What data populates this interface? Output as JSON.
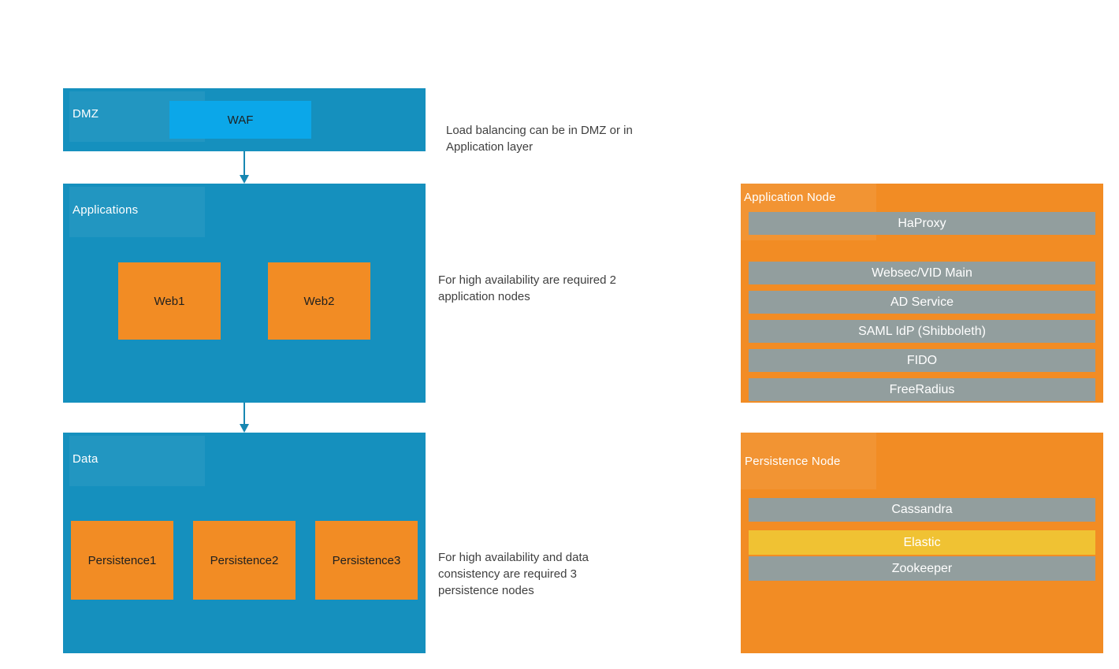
{
  "colors": {
    "layer_blue": "#1590BE",
    "waf_blue": "#0BA7E9",
    "orange": "#F28C24",
    "gray_bar": "#929E9E",
    "yellow_bar": "#F0C233",
    "arrow": "#1787B2",
    "annotation_text": "#3F3F3F",
    "dark_label": "#1F2020",
    "white_label": "#FFFFFF"
  },
  "layers": {
    "dmz": {
      "label": "DMZ",
      "boxes": [
        "WAF"
      ]
    },
    "applications": {
      "label": "Applications",
      "boxes": [
        "Web1",
        "Web2"
      ]
    },
    "data": {
      "label": "Data",
      "boxes": [
        "Persistence1",
        "Persistence2",
        "Persistence3"
      ]
    }
  },
  "annotations": {
    "load_balancing": "Load balancing can be in DMZ or in\nApplication layer",
    "app_nodes": "For high availability are required 2\napplication nodes",
    "persistence_nodes": "For high availability and data\nconsistency are required 3\npersistence nodes"
  },
  "nodes": {
    "application": {
      "title": "Application Node",
      "services": [
        "HaProxy",
        "Websec/VID Main",
        "AD Service",
        "SAML IdP (Shibboleth)",
        "FIDO",
        "FreeRadius"
      ]
    },
    "persistence": {
      "title": "Persistence Node",
      "services": [
        "Cassandra",
        "Elastic",
        "Zookeeper"
      ],
      "highlighted_service": "Elastic"
    }
  }
}
